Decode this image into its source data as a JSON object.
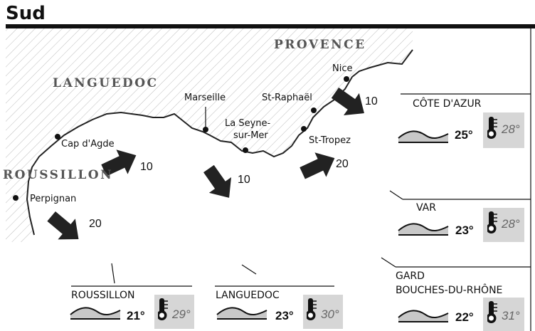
{
  "title": "Sud",
  "regions": {
    "provence": "PROVENCE",
    "languedoc": "LANGUEDOC",
    "roussillon": "ROUSSILLON"
  },
  "cities": {
    "nice": "Nice",
    "marseille": "Marseille",
    "st_raphael": "St-Raphaël",
    "la_seyne_1": "La Seyne-",
    "la_seyne_2": "sur-Mer",
    "st_tropez": "St-Tropez",
    "cap_dagde": "Cap d'Agde",
    "perpignan": "Perpignan"
  },
  "winds": [
    {
      "id": "cote-azur",
      "speed": "10"
    },
    {
      "id": "cap-agde",
      "speed": "10"
    },
    {
      "id": "marseille",
      "speed": "10"
    },
    {
      "id": "st-tropez",
      "speed": "20"
    },
    {
      "id": "perpignan",
      "speed": "20"
    }
  ],
  "forecasts": {
    "cote_azur": {
      "name": "CÔTE D'AZUR",
      "water": "25°",
      "air": "28°"
    },
    "var": {
      "name": "VAR",
      "water": "23°",
      "air": "28°"
    },
    "gard": {
      "name1": "GARD",
      "name2": "BOUCHES-DU-RHÔNE",
      "water": "22°",
      "air": "31°"
    },
    "roussillon": {
      "name": "ROUSSILLON",
      "water": "21°",
      "air": "29°"
    },
    "languedoc": {
      "name": "LANGUEDOC",
      "water": "23°",
      "air": "30°"
    }
  },
  "icons": [
    "wave-icon",
    "thermometer-icon",
    "wind-arrow-icon",
    "city-dot-icon"
  ]
}
